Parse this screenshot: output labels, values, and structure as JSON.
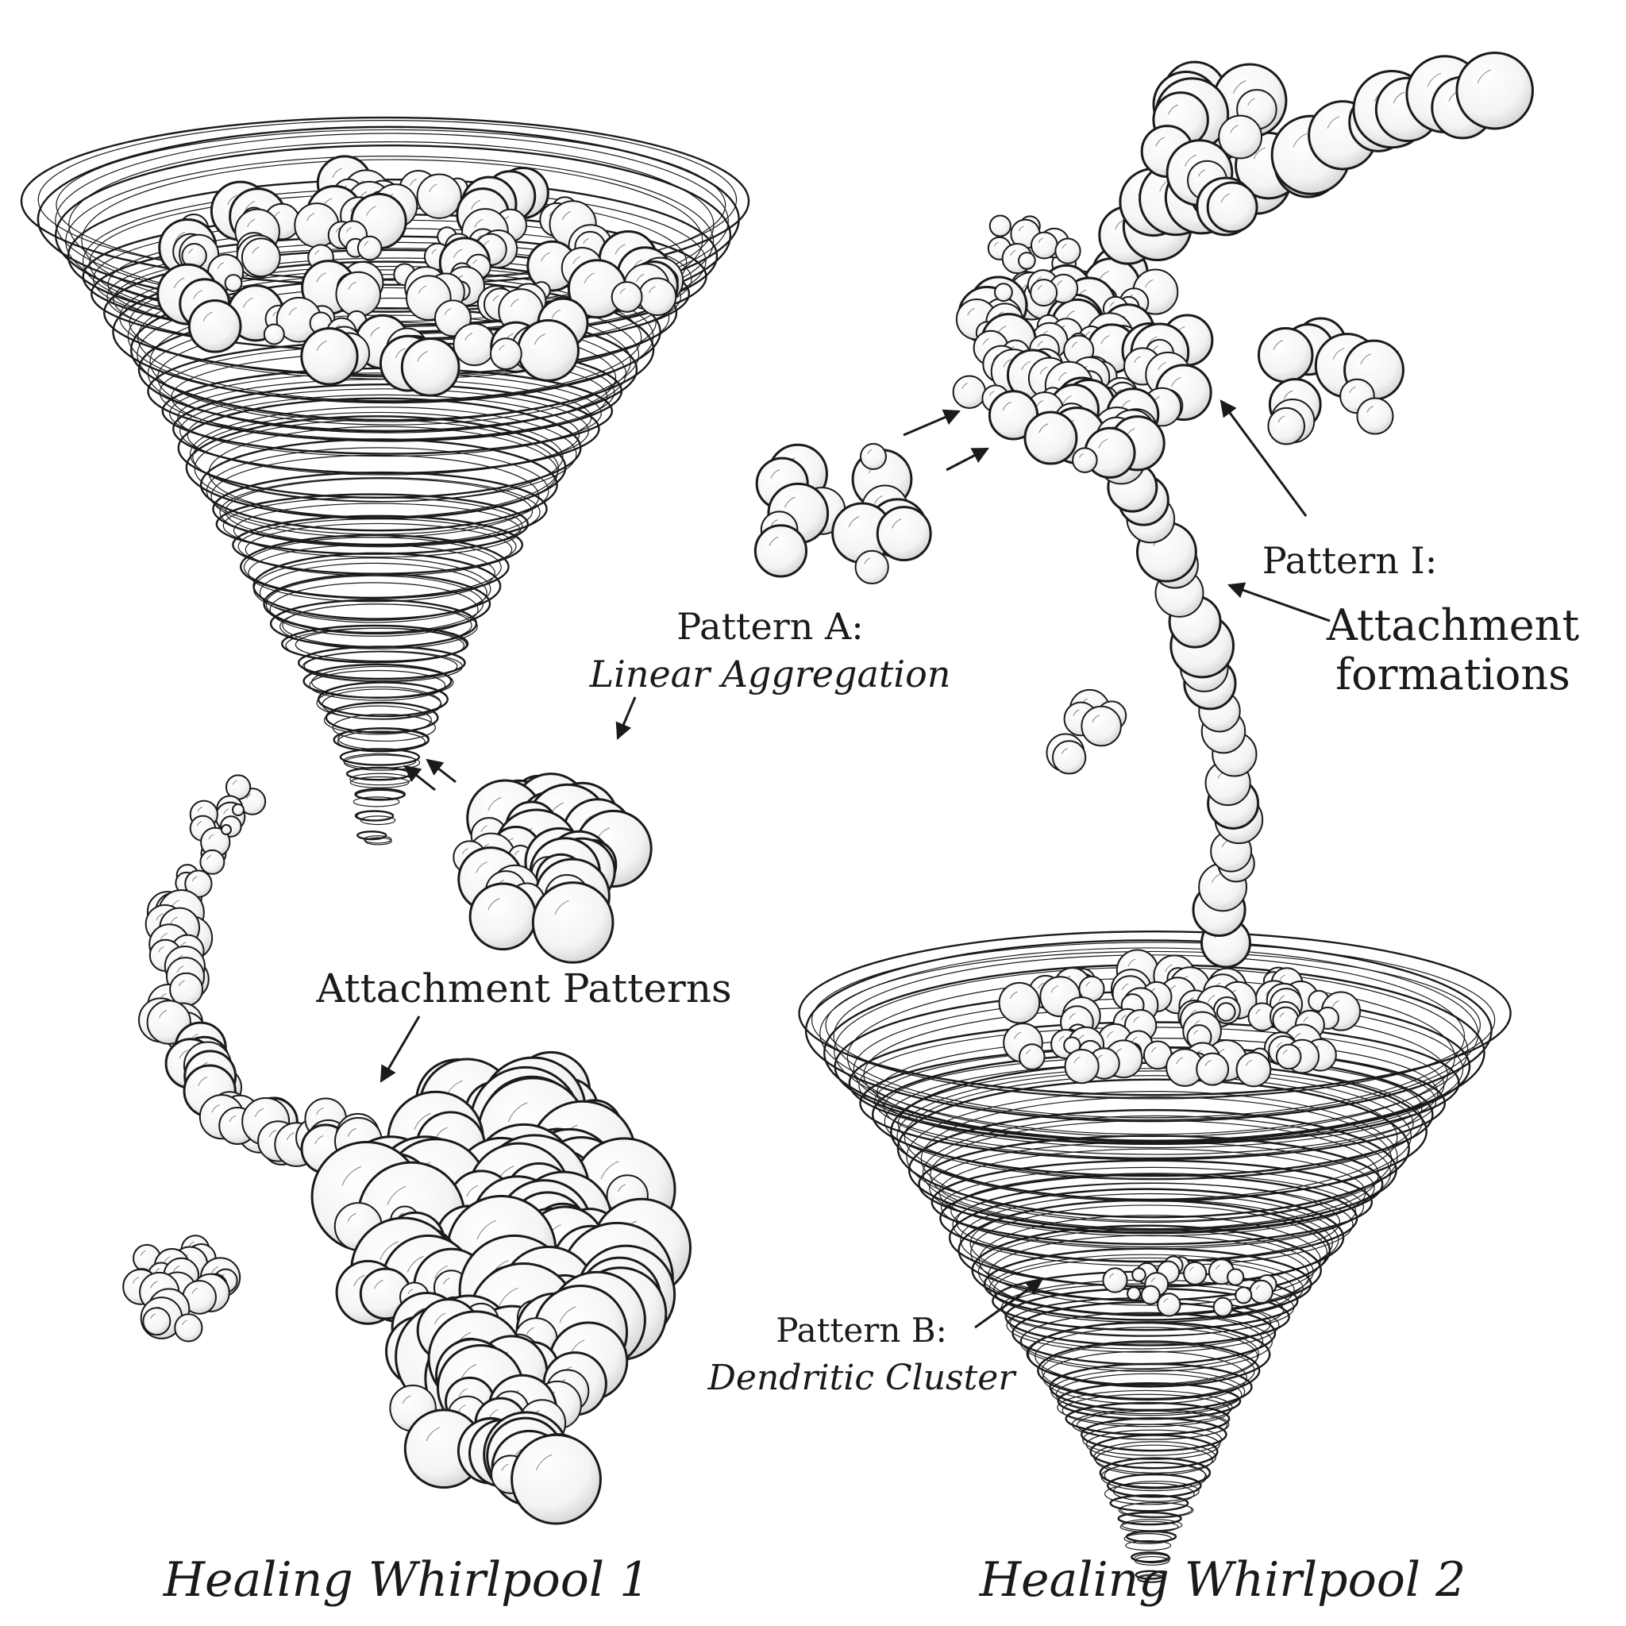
{
  "labels": {
    "pattern_a_title": "Pattern A:",
    "pattern_a_sub": "Linear Aggregation",
    "attachment_patterns": "Attachment Patterns",
    "pattern_i_title": "Pattern I:",
    "pattern_i_sub_line1": "Attachment",
    "pattern_i_sub_line2": "formations",
    "pattern_b_title": "Pattern B:",
    "pattern_b_sub": "Dendritic Cluster",
    "caption_left": "Healing Whirlpool 1",
    "caption_right": "Healing Whirlpool 2"
  },
  "colors": {
    "ink": "#1a1a1a",
    "paper": "#ffffff"
  }
}
